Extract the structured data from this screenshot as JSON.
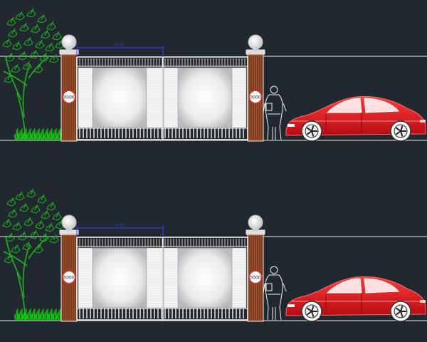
{
  "canvas": {
    "background": "#212830"
  },
  "colors": {
    "line": "#e6e6e6",
    "brick": "#a0522d",
    "brick_dark": "#5a2a14",
    "gate_frame": "#ffffff",
    "panel_glow": "#ffffff",
    "panel_edge": "#b7b9bd",
    "dim_line": "#3d3dff",
    "tree": "#1fb51f",
    "shrub": "#14c814",
    "car_body": "#e1121a",
    "car_trim": "#ffffff",
    "lamp": "#f4f4f4",
    "badge": "#c0392b"
  },
  "elevations": [
    {
      "id": "elevation-1",
      "dimension_text": "5.00",
      "badge_text": "0000"
    },
    {
      "id": "elevation-2",
      "dimension_text": "5.00",
      "badge_text": "0000"
    }
  ],
  "icons": {
    "tree": "tree-icon",
    "person": "person-icon",
    "car": "car-icon",
    "lamp": "lamp-icon"
  }
}
